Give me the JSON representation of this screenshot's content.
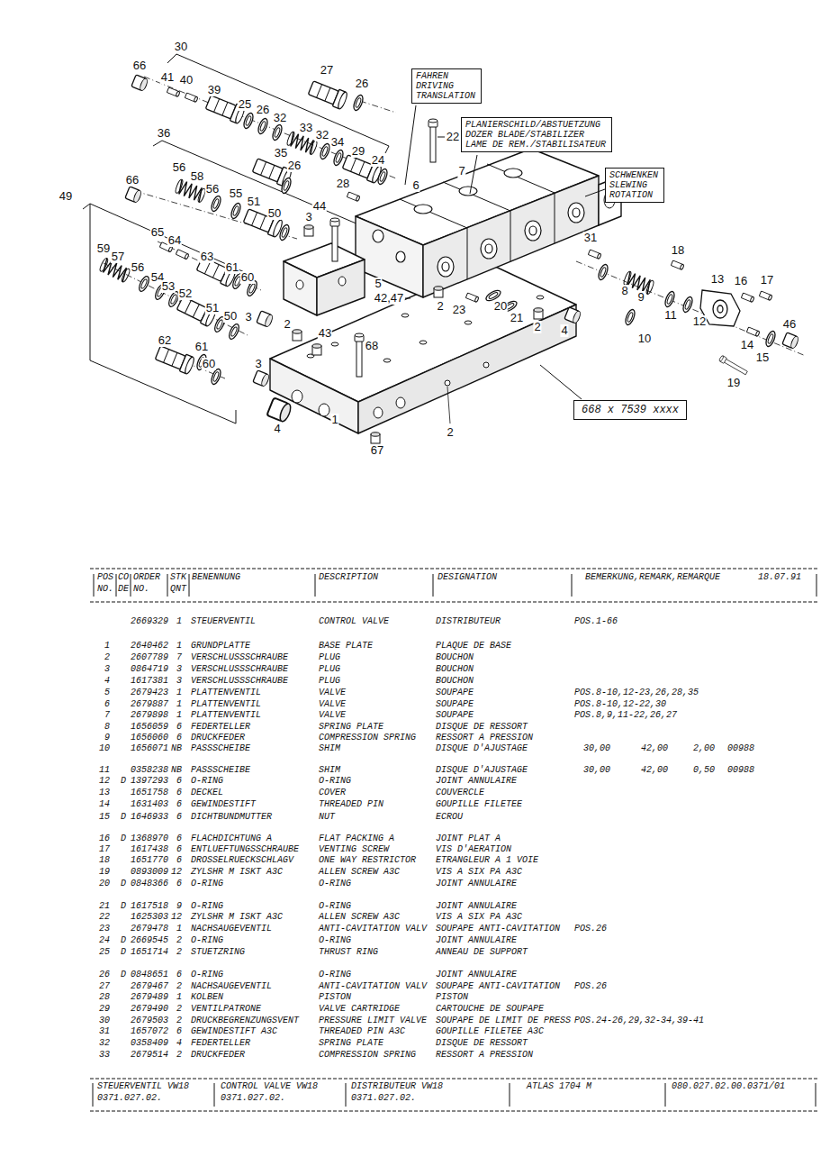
{
  "diagram": {
    "nodes": [
      {
        "text": [
          "FAHREN DRIVING TRANSLATION"
        ]
      },
      {
        "text": [
          "PLANIERSCHILD/ABSTUETZUNG DOZER BLADE/STABILIZER LAME DE REM./STABILISATEUR"
        ]
      },
      {
        "text": [
          "SCHWENKEN SLEWING ROTATION"
        ]
      },
      {
        "text": [
          "668 x 7539 xxxx"
        ]
      }
    ],
    "labels": [
      "30",
      "66",
      "41",
      "40",
      "39",
      "27",
      "26",
      "25",
      "26",
      "32",
      "33",
      "32",
      "34",
      "29",
      "24",
      "22",
      "36",
      "35",
      "26",
      "28",
      "66",
      "56",
      "58",
      "56",
      "55",
      "51",
      "50",
      "49",
      "44",
      "3",
      "6",
      "7",
      "59",
      "57",
      "56",
      "54",
      "53",
      "52",
      "65",
      "64",
      "63",
      "61",
      "60",
      "51",
      "50",
      "3",
      "5",
      "42,47",
      "2",
      "43",
      "62",
      "61",
      "60",
      "3",
      "68",
      "4",
      "1",
      "67",
      "2",
      "2",
      "23",
      "20",
      "21",
      "2",
      "4",
      "31",
      "18",
      "13",
      "16",
      "17",
      "46",
      "8",
      "9",
      "11",
      "12",
      "10",
      "14",
      "15",
      "19",
      "POS",
      "CO",
      "ORDER",
      "STK",
      "BENENNUNG",
      "DESCRIPTION",
      "DESIGNATION",
      "BEMERKUNG,REMARK,REMARQUE",
      "18.07.91",
      "NO.",
      "DE",
      "NO.",
      "QNT",
      "2669329",
      "1",
      "STEUERVENTIL",
      "CONTROL VALVE",
      "DISTRIBUTEUR",
      "POS.1-66",
      "1",
      "2640462",
      "1",
      "GRUNDPLATTE",
      "BASE PLATE",
      "PLAQUE DE BASE",
      "2",
      "2607789",
      "7",
      "VERSCHLUSSSCHRAUBE",
      "PLUG",
      "BOUCHON",
      "3",
      "0864719",
      "3",
      "VERSCHLUSSSCHRAUBE",
      "PLUG",
      "BOUCHON",
      "4",
      "1617381",
      "3",
      "VERSCHLUSSSCHRAUBE",
      "PLUG",
      "BOUCHON",
      "5",
      "2679423",
      "1",
      "PLATTENVENTIL",
      "VALVE",
      "SOUPAPE",
      "POS.8-10,12-23,26,28,35",
      "6",
      "2679887",
      "1",
      "PLATTENVENTIL",
      "VALVE",
      "SOUPAPE",
      "POS.8-10,12-22,30",
      "7",
      "2679898",
      "1",
      "PLATTENVENTIL",
      "VALVE",
      "SOUPAPE",
      "POS.8,9,11-22,26,27",
      "8",
      "1656059",
      "6",
      "FEDERTELLER",
      "SPRING PLATE",
      "DISQUE DE RESSORT",
      "9",
      "1656060",
      "6",
      "DRUCKFEDER",
      "COMPRESSION SPRING",
      "RESSORT A PRESSION",
      "10",
      "1656071",
      "NB",
      "PASSSCHEIBE",
      "SHIM",
      "DISQUE D'AJUSTAGE",
      "30,00",
      "42,00",
      "2,00",
      "00988",
      "11",
      "0358238",
      "NB",
      "PASSSCHEIBE",
      "SHIM",
      "DISQUE D'AJUSTAGE",
      "30,00",
      "42,00",
      "0,50",
      "00988",
      "12",
      "D",
      "1397293",
      "6",
      "O-RING",
      "O-RING",
      "JOINT ANNULAIRE",
      "13",
      "1651758",
      "6",
      "DECKEL",
      "COVER",
      "COUVERCLE",
      "14",
      "1631403",
      "6",
      "GEWINDESTIFT",
      "THREADED PIN",
      "GOUPILLE FILETEE",
      "15",
      "D",
      "1646933",
      "6",
      "DICHTBUNDMUTTER",
      "NUT",
      "ECROU",
      "16",
      "D",
      "1368970",
      "6",
      "FLACHDICHTUNG A",
      "FLAT PACKING A",
      "JOINT PLAT A",
      "17",
      "1617438",
      "6",
      "ENTLUEFTUNGSSCHRAUBE",
      "VENTING SCREW",
      "VIS D'AERATION",
      "18",
      "1651770",
      "6",
      "DROSSELRUECKSCHLAGV",
      "ONE WAY RESTRICTOR",
      "ETRANGLEUR A 1 VOIE",
      "19",
      "0893009",
      "12",
      "ZYLSHR M ISKT A3C",
      "ALLEN SCREW A3C",
      "VIS A SIX PA A3C",
      "20",
      "D",
      "0848366",
      "6",
      "O-RING",
      "O-RING",
      "JOINT ANNULAIRE",
      "21",
      "D",
      "1617518",
      "9",
      "O-RING",
      "O-RING",
      "JOINT ANNULAIRE",
      "22",
      "1625303",
      "12",
      "ZYLSHR M ISKT A3C",
      "ALLEN SCREW A3C",
      "VIS A SIX PA A3C",
      "23",
      "2679478",
      "1",
      "NACHSAUGEVENTIL",
      "ANTI-CAVITATION VALV",
      "SOUPAPE ANTI-CAVITATION",
      "POS.26",
      "24",
      "D",
      "2669545",
      "2",
      "O-RING",
      "O-RING",
      "JOINT ANNULAIRE",
      "25",
      "D",
      "1651714",
      "2",
      "STUETZRING",
      "THRUST RING",
      "ANNEAU DE SUPPORT",
      "26",
      "D",
      "0848651",
      "6",
      "O-RING",
      "O-RING",
      "JOINT ANNULAIRE",
      "27",
      "2679467",
      "2",
      "NACHSAUGEVENTIL",
      "ANTI-CAVITATION VALV",
      "SOUPAPE ANTI-CAVITATION",
      "POS.26",
      "28",
      "2679489",
      "1",
      "KOLBEN",
      "PISTON",
      "PISTON",
      "29",
      "2679490",
      "2",
      "VENTILPATRONE",
      "VALVE CARTRIDGE",
      "CARTOUCHE DE SOUPAPE",
      "30",
      "2679503",
      "2",
      "DRUCKBEGRENZUNGSVENT",
      "PRESSURE LIMIT VALVE",
      "SOUPAPE DE LIMIT DE PRESS",
      "POS.24-26,29,32-34,39-41",
      "31",
      "1657072",
      "6",
      "GEWINDESTIFT A3C",
      "THREADED PIN A3C",
      "GOUPILLE FILETEE A3C",
      "32",
      "0358409",
      "4",
      "FEDERTELLER",
      "SPRING PLATE",
      "DISQUE DE RESSORT",
      "33",
      "2679514",
      "2",
      "DRUCKFEDER",
      "COMPRESSION SPRING",
      "RESSORT A PRESSION",
      "STEUERVENTIL VW18",
      "CONTROL VALVE VW18",
      "DISTRIBUTEUR VW18",
      "ATLAS 1704 M",
      "080.027.02.00.0371/01",
      "0371.027.02.",
      "0371.027.02.",
      "0371.027.02."
    ]
  }
}
